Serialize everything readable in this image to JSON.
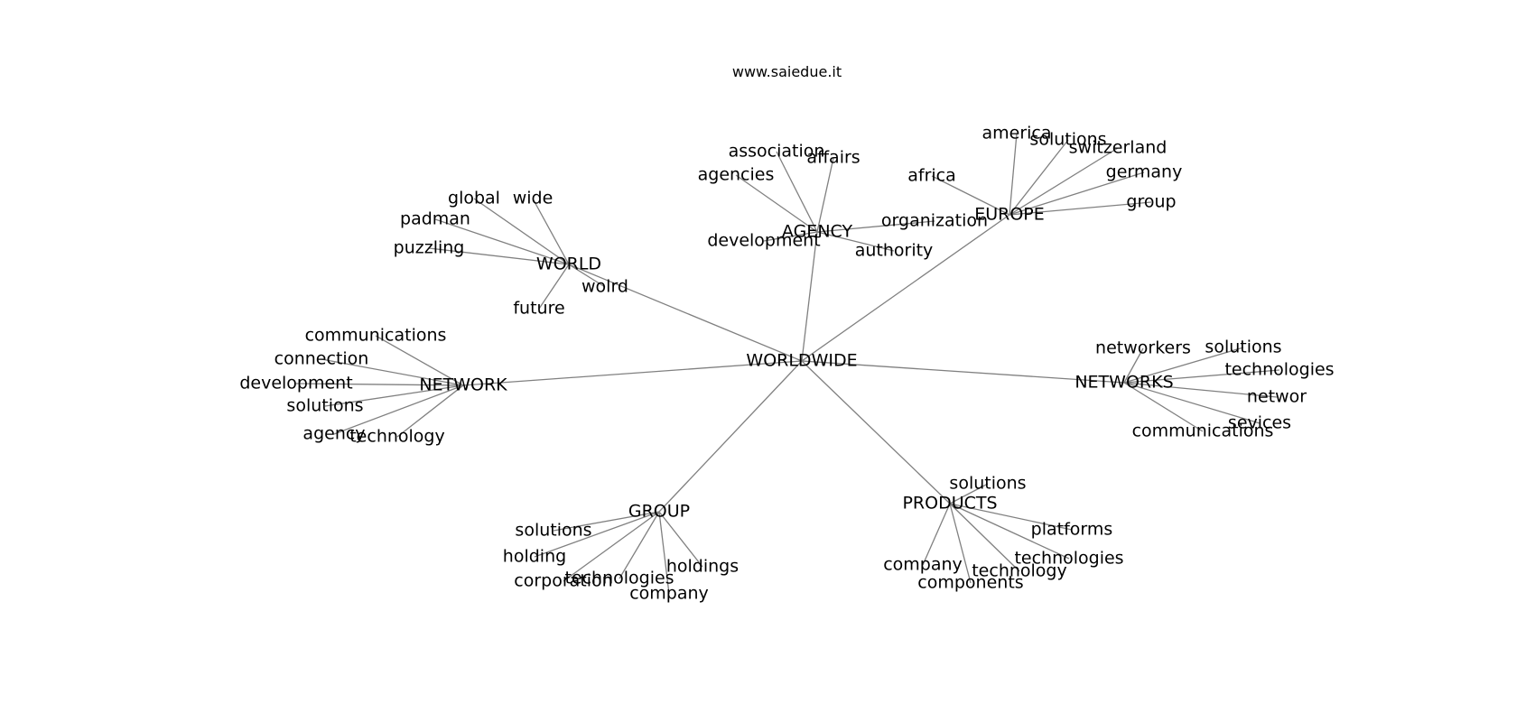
{
  "title": "www.saiedue.it",
  "colors": {
    "edge": "#808080",
    "text": "#000000",
    "background": "#ffffff"
  },
  "graph": {
    "root": "WORLDWIDE",
    "hubs": [
      {
        "id": "world",
        "label": "WORLD",
        "leaves": [
          "global",
          "wide",
          "padman",
          "puzzling",
          "wolrd",
          "future"
        ]
      },
      {
        "id": "agency",
        "label": "AGENCY",
        "leaves": [
          "association",
          "affairs",
          "agencies",
          "development",
          "organization",
          "authority"
        ]
      },
      {
        "id": "europe",
        "label": "EUROPE",
        "leaves": [
          "america",
          "solutions",
          "switzerland",
          "africa",
          "germany",
          "group"
        ]
      },
      {
        "id": "network",
        "label": "NETWORK",
        "leaves": [
          "communications",
          "connection",
          "development",
          "solutions",
          "agency",
          "technology"
        ]
      },
      {
        "id": "networks",
        "label": "NETWORKS",
        "leaves": [
          "networkers",
          "solutions",
          "technologies",
          "networ",
          "sevices",
          "communications"
        ]
      },
      {
        "id": "group",
        "label": "GROUP",
        "leaves": [
          "solutions",
          "holding",
          "corporation",
          "technologies",
          "holdings",
          "company"
        ]
      },
      {
        "id": "products",
        "label": "PRODUCTS",
        "leaves": [
          "solutions",
          "platforms",
          "technologies",
          "company",
          "technology",
          "components"
        ]
      }
    ]
  }
}
